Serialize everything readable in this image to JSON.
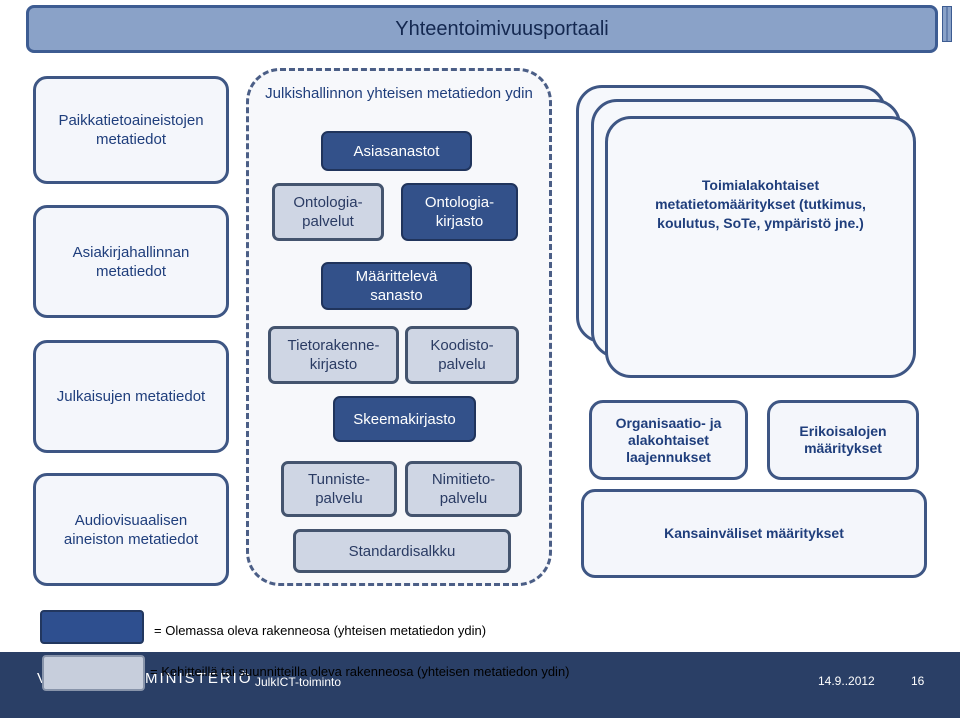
{
  "title": "Yhteentoimivuusportaali",
  "left_boxes": [
    "Paikkatietoaineistojen metatiedot",
    "Asiakirjahallinnan metatiedot",
    "Julkaisujen metatiedot",
    "Audiovisuaalisen aineiston metatiedot"
  ],
  "core": {
    "title": "Julkishallinnon yhteisen metatiedon ydin",
    "asiasanastot": "Asiasanastot",
    "ontologiapalvelut": "Ontologia-\npalvelut",
    "ontologiakirjasto": "Ontologia-\nkirjasto",
    "maaritteleva_sanasto": "Määrittelevä\nsanasto",
    "tietorakennekirjasto": "Tietorakenne-\nkirjasto",
    "koodistopalvelu": "Koodisto-\npalvelu",
    "skeemakirjasto": "Skeemakirjasto",
    "tunnistepalvelu": "Tunniste-\npalvelu",
    "nimitietopalvelu": "Nimitieto-\npalvelu",
    "standardisalkku": "Standardisalkku"
  },
  "right": {
    "toimialakohtaiset": "Toimialakohtaiset metatietomääritykset (tutkimus, koulutus, SoTe, ympäristö jne.)",
    "organisaatio": "Organisaatio- ja alakohtaiset laajennukset",
    "erikoisalojen": "Erikoisalojen määritykset",
    "kansainvaliset": "Kansainväliset määritykset"
  },
  "legend": {
    "existing": "= Olemassa oleva rakenneosa (yhteisen metatiedon ydin)",
    "planned": "= Kehitteillä tai suunnitteilla oleva rakenneosa (yhteisen metatiedon ydin)"
  },
  "footer": {
    "logo_left": "V",
    "logo_right": "MINISTERIÖ",
    "org": "JulkICT-toiminto",
    "date": "14.9..2012",
    "page": "16"
  },
  "colors": {
    "dark_component": "#33518a",
    "planned_component": "#cfd6e4",
    "title_bar": "#8aa2c8",
    "footer": "#2a3f66"
  }
}
